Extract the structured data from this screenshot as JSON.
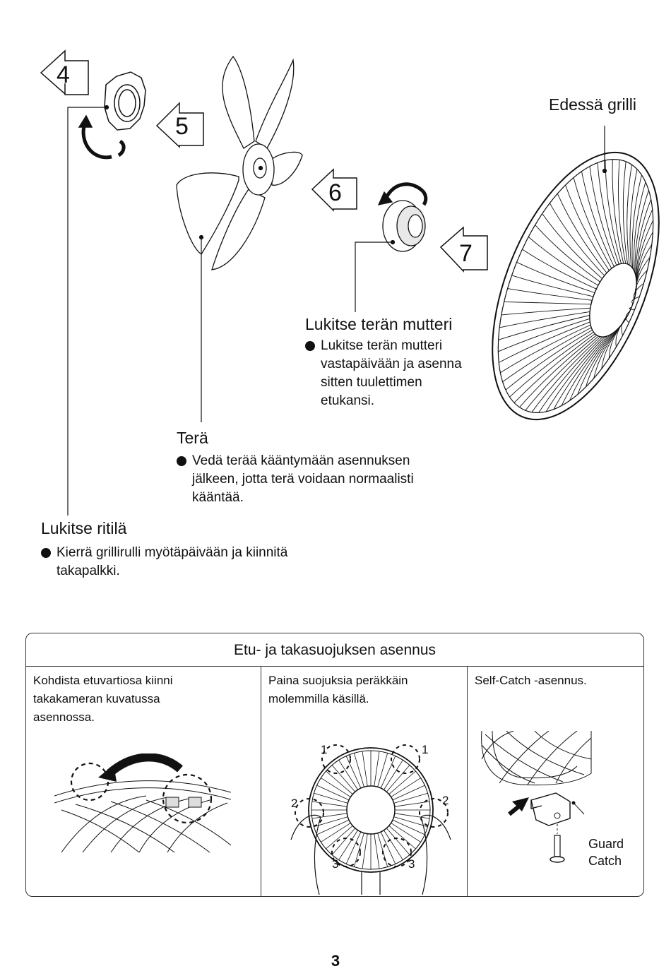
{
  "steps": [
    "4",
    "5",
    "6",
    "7"
  ],
  "labels": {
    "front_grille": "Edessä grilli",
    "blade_nut": "Lukitse terän mutteri",
    "blade_nut_desc": "Lukitse terän mutteri vastapäivään ja asenna sitten tuulettimen etukansi.",
    "blade": "Terä",
    "blade_desc": "Vedä terää kääntymään asennuksen jälkeen, jotta terä voidaan normaalisti kääntää.",
    "lock_grille": "Lukitse ritilä",
    "lock_grille_desc": "Kierrä grillirulli myötäpäivään ja kiinnitä takapalkki."
  },
  "guide": {
    "title": "Etu- ja takasuojuksen asennus",
    "col1": "Kohdista etuvartiosa kiinni takakameran kuvatussa asennossa.",
    "col2": "Paina suojuksia peräkkäin molemmilla käsillä.",
    "col3": "Self-Catch -asennus.",
    "guard_catch_1": "Guard",
    "guard_catch_2": "Catch",
    "order_marks": [
      "1",
      "1",
      "2",
      "2",
      "3",
      "3"
    ]
  },
  "page_number": "3"
}
